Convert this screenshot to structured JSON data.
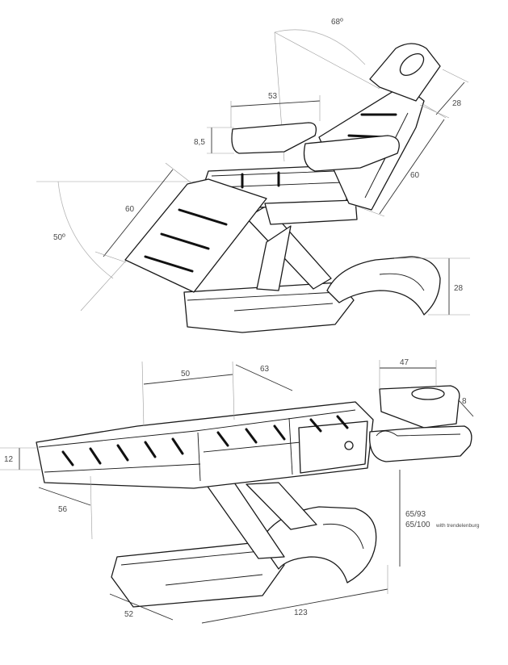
{
  "upper_view": {
    "dimensions": {
      "backrest_angle": "68º",
      "armrest_length": "53",
      "armrest_height": "8,5",
      "headrest_length": "28",
      "backrest_length": "60",
      "legrest_length": "60",
      "legrest_angle": "50º",
      "base_height": "28"
    }
  },
  "lower_view": {
    "dimensions": {
      "seat_length": "50",
      "backrest_length": "63",
      "headrest_length": "47",
      "headrest_thickness": "8",
      "cushion_thickness": "12",
      "width": "56",
      "height_range": "65/93",
      "height_range_trendelenburg": "65/100",
      "trendelenburg_note": "with trendelenburg",
      "base_width": "52",
      "total_length": "123"
    }
  }
}
